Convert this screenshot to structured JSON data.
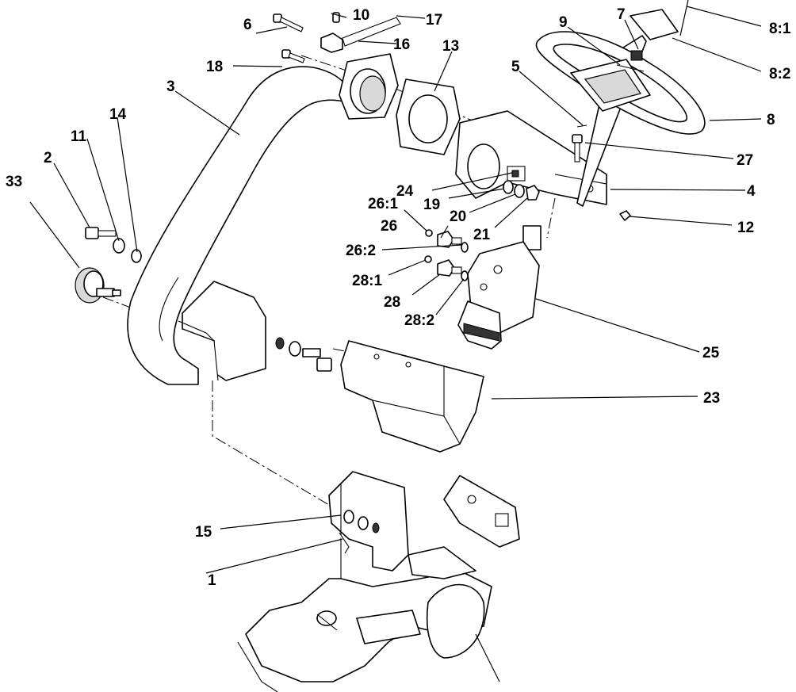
{
  "diagram": {
    "callouts": [
      {
        "id": "c1",
        "text": "1"
      },
      {
        "id": "c2",
        "text": "2"
      },
      {
        "id": "c3",
        "text": "3"
      },
      {
        "id": "c4",
        "text": "4"
      },
      {
        "id": "c5",
        "text": "5"
      },
      {
        "id": "c6",
        "text": "6"
      },
      {
        "id": "c7",
        "text": "7"
      },
      {
        "id": "c8",
        "text": "8"
      },
      {
        "id": "c8_1",
        "text": "8:1"
      },
      {
        "id": "c8_2",
        "text": "8:2"
      },
      {
        "id": "c9",
        "text": "9"
      },
      {
        "id": "c10",
        "text": "10"
      },
      {
        "id": "c11",
        "text": "11"
      },
      {
        "id": "c12",
        "text": "12"
      },
      {
        "id": "c13",
        "text": "13"
      },
      {
        "id": "c14",
        "text": "14"
      },
      {
        "id": "c15",
        "text": "15"
      },
      {
        "id": "c16",
        "text": "16"
      },
      {
        "id": "c17",
        "text": "17"
      },
      {
        "id": "c18",
        "text": "18"
      },
      {
        "id": "c19",
        "text": "19"
      },
      {
        "id": "c20",
        "text": "20"
      },
      {
        "id": "c21",
        "text": "21"
      },
      {
        "id": "c23",
        "text": "23"
      },
      {
        "id": "c24",
        "text": "24"
      },
      {
        "id": "c25",
        "text": "25"
      },
      {
        "id": "c26",
        "text": "26"
      },
      {
        "id": "c26_1",
        "text": "26:1"
      },
      {
        "id": "c26_2",
        "text": "26:2"
      },
      {
        "id": "c27",
        "text": "27"
      },
      {
        "id": "c28",
        "text": "28"
      },
      {
        "id": "c28_1",
        "text": "28:1"
      },
      {
        "id": "c28_2",
        "text": "28:2"
      },
      {
        "id": "c33",
        "text": "33"
      }
    ]
  }
}
